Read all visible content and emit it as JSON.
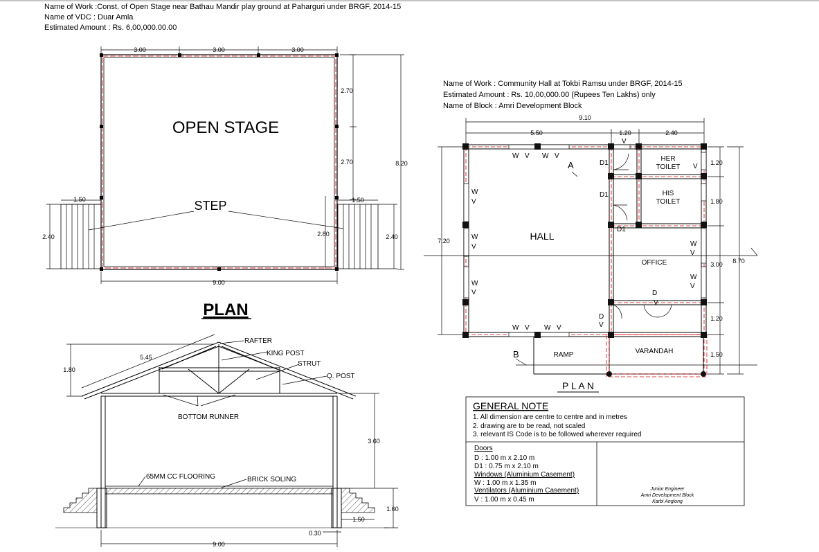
{
  "open_stage": {
    "header": {
      "work": "Name of Work :Const. of Open Stage near Bathau Mandir play ground at Paharguri under BRGF,  2014-15",
      "vdc": "Name of VDC : Duar Amla",
      "amount": "Estimated Amount : Rs. 6,00,000.00.00"
    },
    "labels": {
      "stage": "OPEN STAGE",
      "step": "STEP",
      "plan_title": "PLAN"
    },
    "dims": {
      "top1": "3.00",
      "top2": "3.00",
      "top3": "3.00",
      "right1": "2.70",
      "right2": "2.70",
      "right_total": "8.20",
      "left_step_w": "1.50",
      "right_step_w": "1.50",
      "left_step_h": "2.40",
      "right_step_h": "2.40",
      "step_inner": "2.80",
      "bottom": "9.00"
    }
  },
  "section": {
    "labels": {
      "rafter": "RAFTER",
      "king_post": "KING POST",
      "strut": "STRUT",
      "q_post": "Q. POST",
      "bottom_runner": "BOTTOM RUNNER",
      "flooring": "65MM CC FLOORING",
      "soling": "BRICK SOLING"
    },
    "dims": {
      "rafter_len": "5.45",
      "rise": "1.80",
      "wall_h": "3.60",
      "plinth": "1.60",
      "step": "1.50",
      "wall_t": "0.30",
      "width": "9.00"
    }
  },
  "community_hall": {
    "header": {
      "work": "Name of Work : Community Hall at Tokbi Ramsu under BRGF, 2014-15",
      "amount": "Estimated Amount : Rs. 10,00,000.00 (Rupees Ten Lakhs) only",
      "block": "Name of Block : Amri Development Block"
    },
    "rooms": {
      "hall": "HALL",
      "her_toilet_1": "HER",
      "her_toilet_2": "TOILET",
      "his_toilet_1": "HIS",
      "his_toilet_2": "TOILET",
      "office": "OFFICE",
      "varandah": "VARANDAH",
      "ramp": "RAMP",
      "plan_title": "P L A N"
    },
    "marks": {
      "d1": "D1",
      "d": "D",
      "v": "V",
      "w": "W",
      "a": "A",
      "b": "B"
    },
    "dims": {
      "total_w": "9.10",
      "w1": "5.50",
      "w2": "1.20",
      "w3": "2.40",
      "r1": "1.20",
      "r2": "1.80",
      "r3": "3.00",
      "r4": "1.20",
      "r5": "1.50",
      "left_total": "7.20",
      "right_total": "8.70"
    }
  },
  "general_note": {
    "title": "GENERAL NOTE",
    "notes": [
      "1. All dimension are centre to centre and in metres",
      "2. drawing are to be read, not scaled",
      "3. relevant IS Code is to be followed wherever required"
    ],
    "doors_heading": "Doors",
    "doors": [
      "D : 1.00 m x 2.10 m",
      "D1 : 0.75 m x 2.10 m"
    ],
    "windows_heading": "Windows (Aluminium Casement)",
    "windows": [
      "W : 1.00 m x 1.35 m"
    ],
    "vent_heading": "Ventilators (Aluminium Casement)",
    "vents": [
      "V : 1.00 m x 0.45 m"
    ],
    "signature": [
      "Junior Engineer",
      "Amri Development Block",
      "Karbi Anglong"
    ]
  }
}
